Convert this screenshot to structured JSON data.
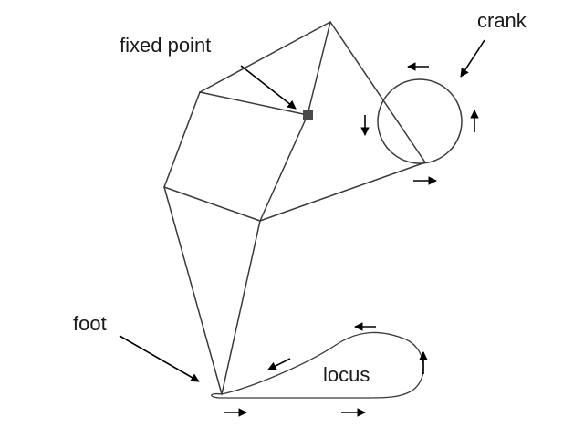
{
  "labels": {
    "crank": "crank",
    "fixed_point": "fixed point",
    "foot": "foot",
    "locus": "locus"
  },
  "colors": {
    "line": "#3a3a3a",
    "arrow": "#000000",
    "fixed_point_marker": "#4a4a4a",
    "background": "#ffffff"
  }
}
